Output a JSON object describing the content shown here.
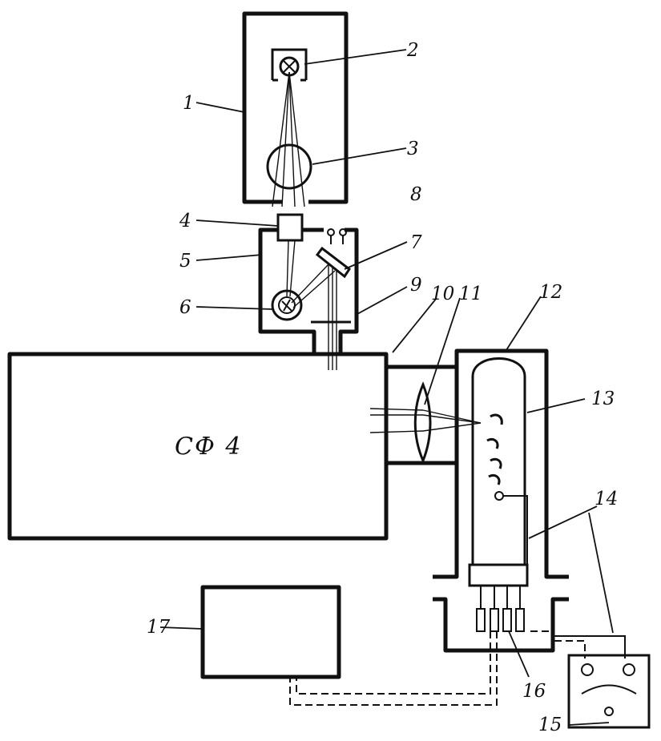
{
  "device_label": "СФ  4",
  "labels": {
    "l1": "1",
    "l2": "2",
    "l3": "3",
    "l4": "4",
    "l5": "5",
    "l6": "6",
    "l7": "7",
    "l8": "8",
    "l9": "9",
    "l10": "10",
    "l11": "11",
    "l12": "12",
    "l13": "13",
    "l14": "14",
    "l15": "15",
    "l16": "16",
    "l17": "17"
  }
}
